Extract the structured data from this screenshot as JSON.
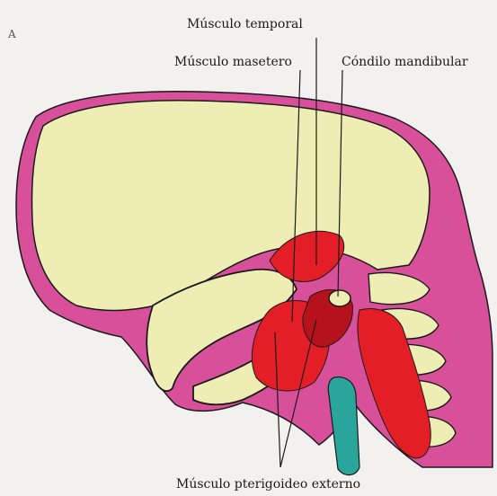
{
  "figure": {
    "corner_mark": "A",
    "labels": {
      "temporal": "Músculo temporal",
      "masetero": "Músculo masetero",
      "condilo": "Cóndilo mandibular",
      "pterigoideo": "Músculo pterigoideo externo"
    }
  },
  "colors": {
    "background": "#f2f1ef",
    "bone": "#eeeeb4",
    "skin": "#d9509a",
    "muscle": "#e41e26",
    "muscle_dark": "#b5121b",
    "airway": "#2aa59b",
    "outline": "#1a1a1a"
  }
}
